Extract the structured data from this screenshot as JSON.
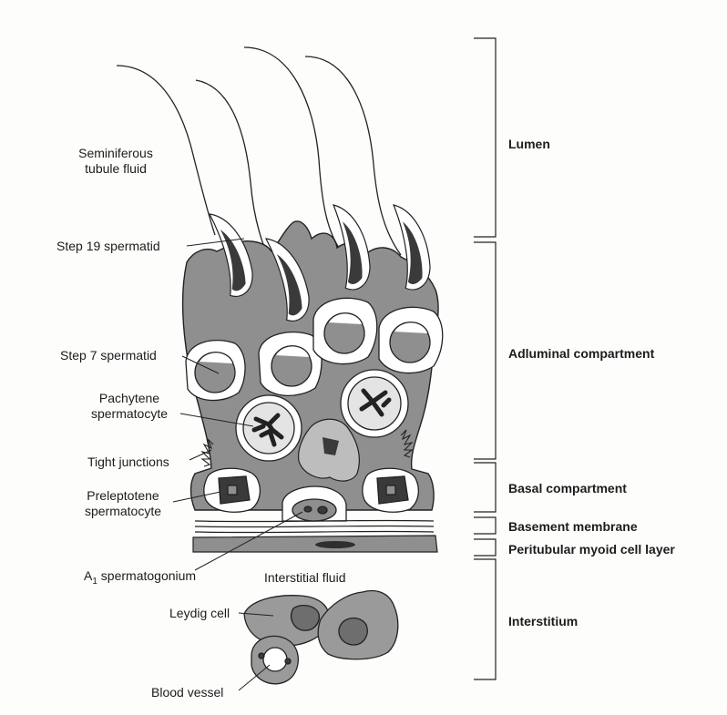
{
  "labels": {
    "seminiferous_fluid_line1": "Seminiferous",
    "seminiferous_fluid_line2": "tubule fluid",
    "step19": "Step 19 spermatid",
    "step7": "Step 7 spermatid",
    "pachytene_line1": "Pachytene",
    "pachytene_line2": "spermatocyte",
    "tight_junctions": "Tight junctions",
    "preleptotene_line1": "Preleptotene",
    "preleptotene_line2": "spermatocyte",
    "a1_prefix": "A",
    "a1_sub": "1",
    "a1_rest": " spermatogonium",
    "interstitial_fluid": "Interstitial fluid",
    "leydig": "Leydig cell",
    "blood_vessel": "Blood vessel"
  },
  "regions": {
    "lumen": "Lumen",
    "adluminal": "Adluminal compartment",
    "basal": "Basal compartment",
    "basement": "Basement membrane",
    "peritubular": "Peritubular myoid cell layer",
    "interstitium": "Interstitium"
  },
  "colors": {
    "sertoli": "#8f8f8f",
    "dark": "#3a3a3a",
    "cell_light": "#e4e4e4",
    "leydig": "#9a9a9a",
    "outline": "#222222"
  }
}
